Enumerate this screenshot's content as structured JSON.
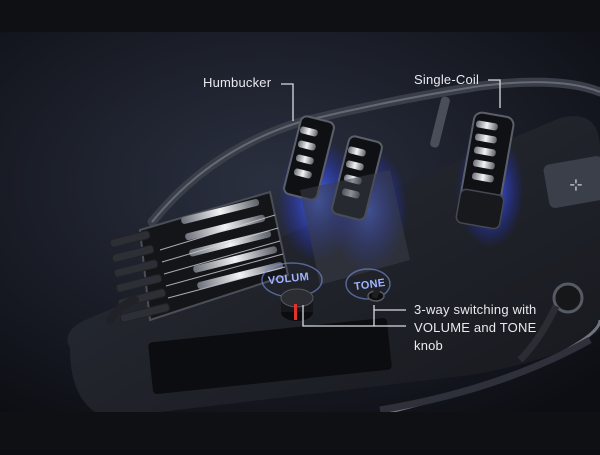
{
  "callouts": {
    "humbucker": "Humbucker",
    "single_coil": "Single-Coil",
    "switching_line1": "3-way switching with",
    "switching_line2": "VOLUME and TONE",
    "switching_line3": "knob"
  },
  "knob_labels": {
    "volume": "VOLUM",
    "tone": "TONE"
  },
  "colors": {
    "background": "#0b0d12",
    "body": "#1d2027",
    "pickup_glow": "#3a5cff",
    "text": "#e8eaee"
  }
}
